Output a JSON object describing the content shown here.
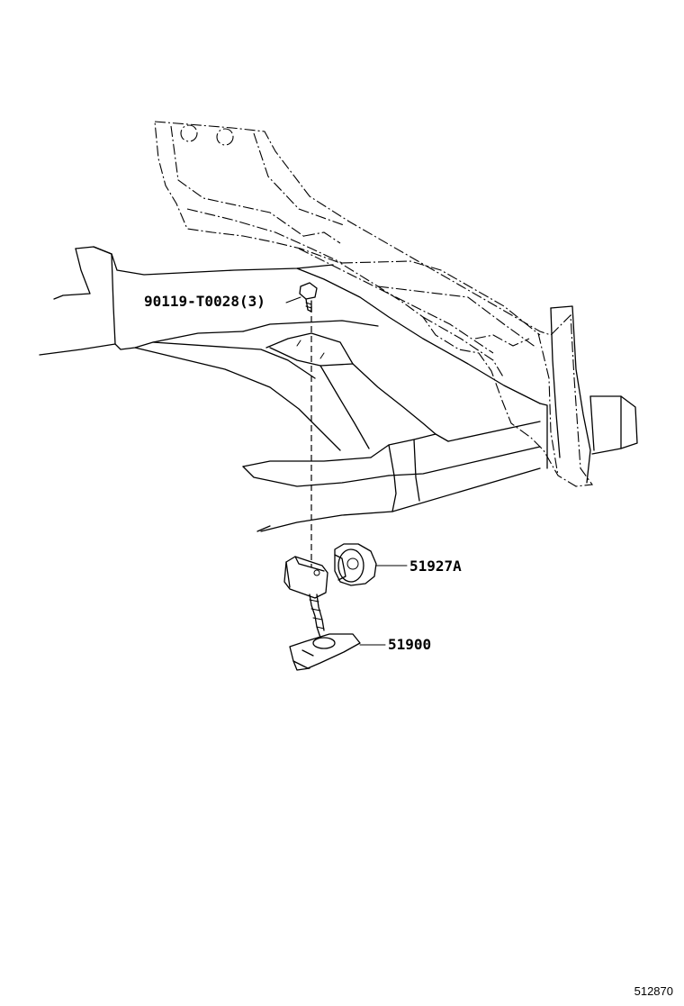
{
  "parts": [
    {
      "part_number": "90119-T0028(3)",
      "icon": "bolt-icon"
    },
    {
      "part_number": "51927A",
      "icon": "spare-tire-holder-icon"
    },
    {
      "part_number": "51900",
      "icon": "spare-tire-carrier-icon"
    }
  ],
  "diagram_id": "512870"
}
